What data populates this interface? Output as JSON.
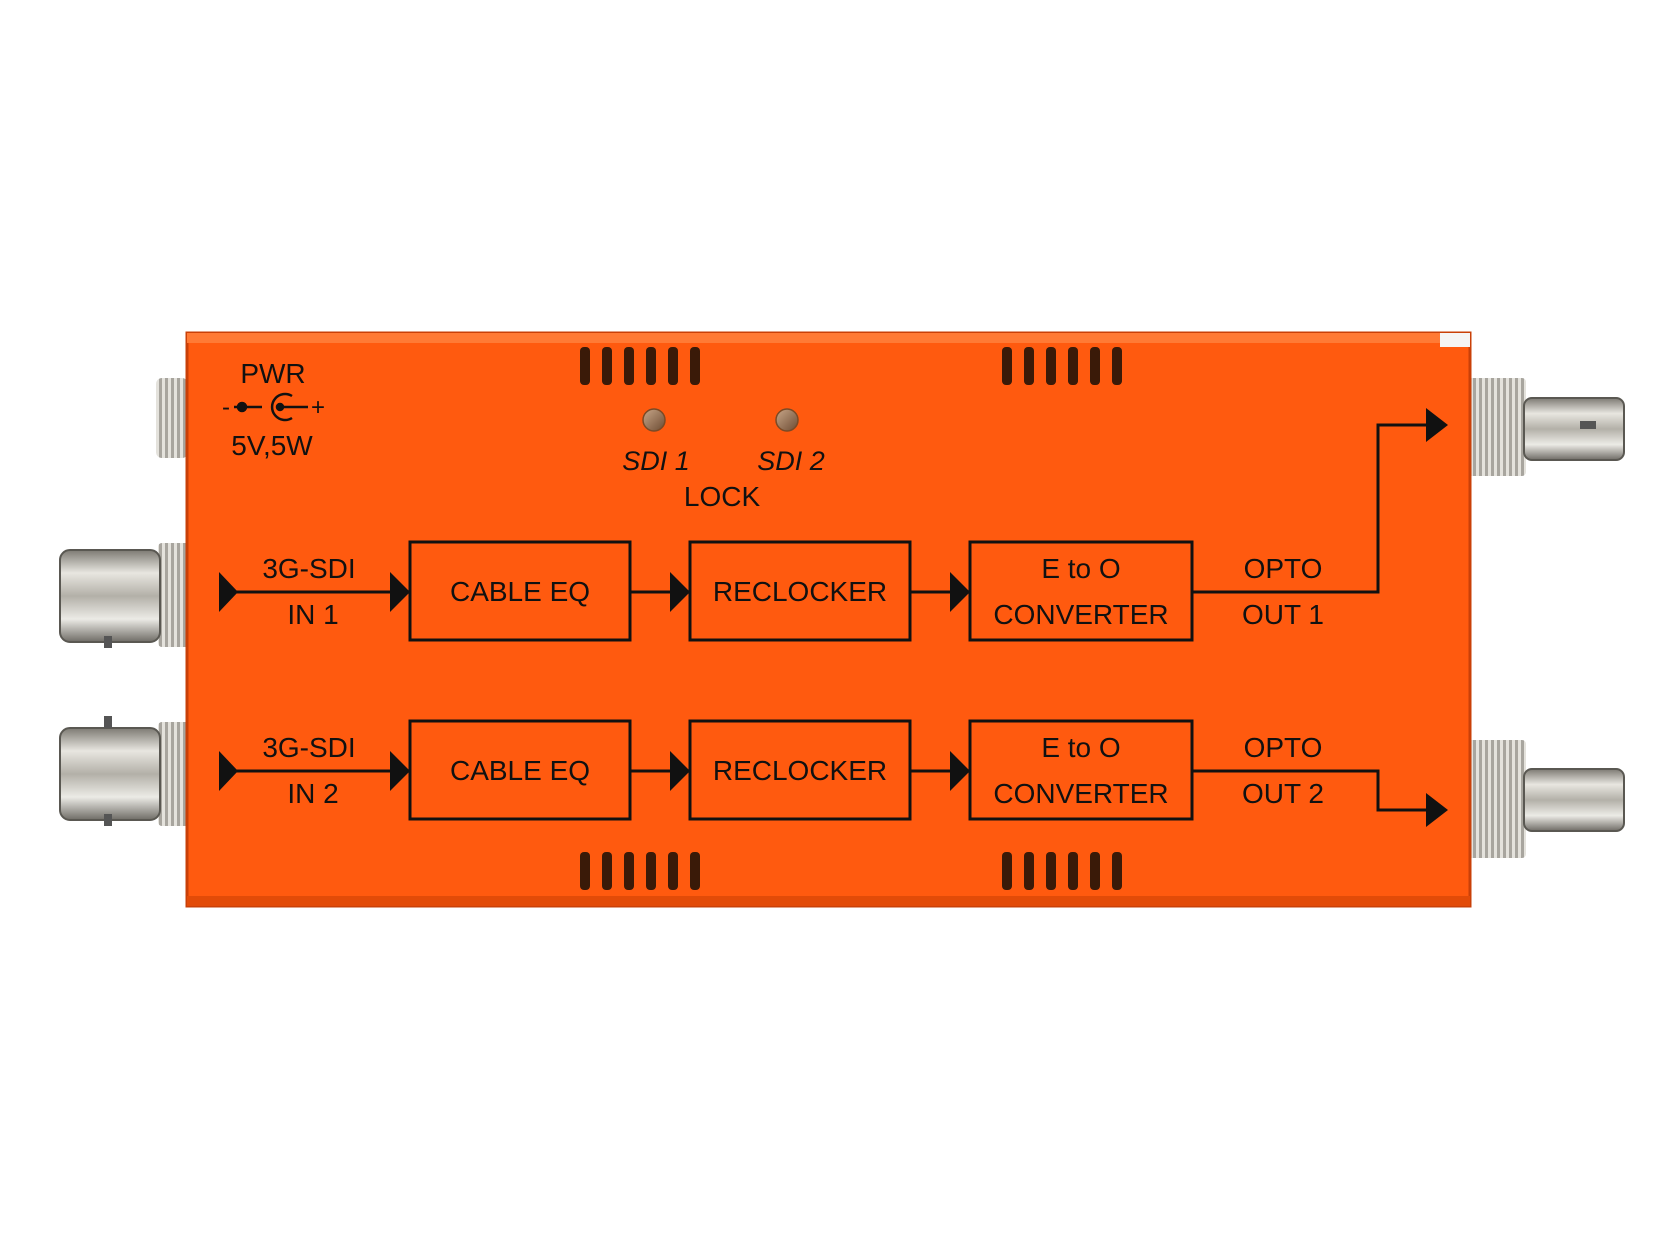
{
  "device": {
    "body_color": "#ff5a0f",
    "line_color": "#111111",
    "metal_color": "#c9c6bf"
  },
  "power": {
    "label": "PWR",
    "polarity_minus": "-",
    "polarity_plus": "+",
    "rating": "5V,5W"
  },
  "lock": {
    "led1": "SDI 1",
    "led2": "SDI 2",
    "label": "LOCK"
  },
  "channels": [
    {
      "input_line1": "3G-SDI",
      "input_line2": "IN 1",
      "eq": "CABLE EQ",
      "reclocker": "RECLOCKER",
      "conv_line1": "E to O",
      "conv_line2": "CONVERTER",
      "output_line1": "OPTO",
      "output_line2": "OUT 1"
    },
    {
      "input_line1": "3G-SDI",
      "input_line2": "IN 2",
      "eq": "CABLE EQ",
      "reclocker": "RECLOCKER",
      "conv_line1": "E to O",
      "conv_line2": "CONVERTER",
      "output_line1": "OPTO",
      "output_line2": "OUT 2"
    }
  ]
}
